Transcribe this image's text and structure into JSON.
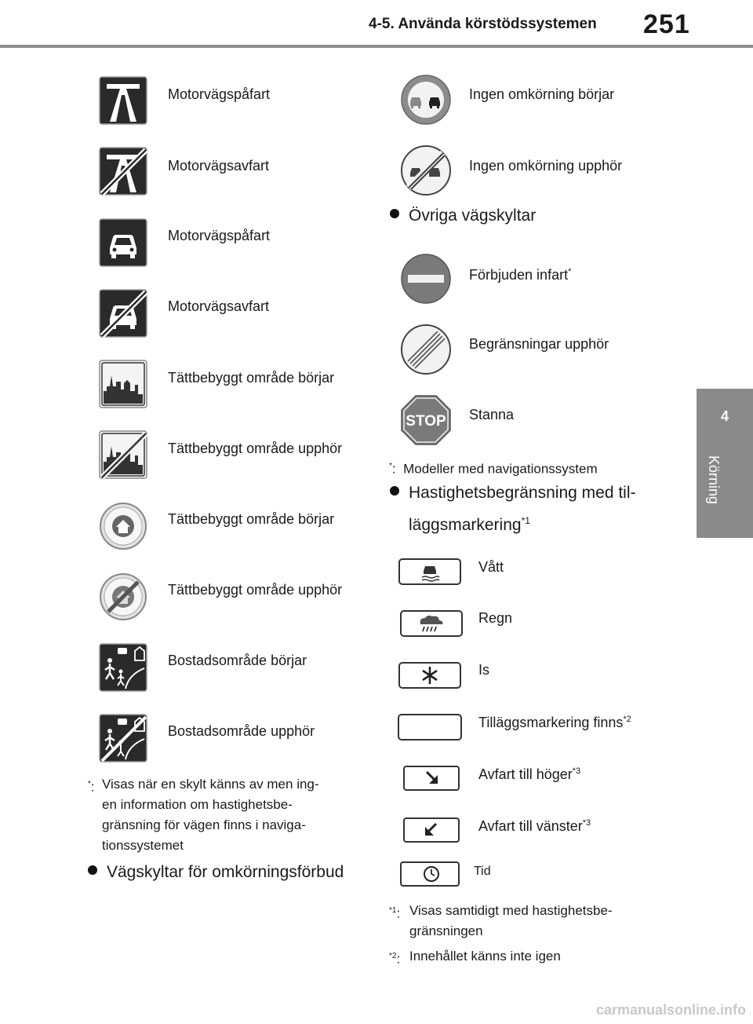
{
  "header": {
    "section": "4-5. Använda körstödssystemen",
    "page": "251"
  },
  "side_tab": {
    "number": "4",
    "label": "Körning"
  },
  "left_signs": [
    {
      "label": "Motorvägspåfart",
      "icon": "motorway-icon"
    },
    {
      "label": "Motorvägsavfart",
      "icon": "motorway-end-icon"
    },
    {
      "label": "Motorvägspåfart",
      "icon": "car-road-icon"
    },
    {
      "label": "Motorvägsavfart",
      "icon": "car-road-end-icon"
    },
    {
      "label": "Tättbebyggt område börjar",
      "icon": "city-icon"
    },
    {
      "label": "Tättbebyggt område upphör",
      "icon": "city-end-icon"
    },
    {
      "label": "Tättbebyggt område börjar",
      "icon": "house-circle-icon"
    },
    {
      "label": "Tättbebyggt område upphör",
      "icon": "house-circle-end-icon"
    },
    {
      "label": "Bostadsområde börjar",
      "icon": "residential-icon"
    },
    {
      "label": "Bostadsområde upphör",
      "icon": "residential-end-icon"
    }
  ],
  "left_note": {
    "marker": "*",
    "text_lines": [
      "Visas när en skylt känns av men ing-",
      "en information om hastighetsbe-",
      "gränsning för vägen finns i naviga-",
      "tionssystemet"
    ]
  },
  "left_bullet": "Vägskyltar för omkörningsförbud",
  "overtaking_signs": [
    {
      "label": "Ingen omkörning börjar",
      "icon": "no-overtaking-icon"
    },
    {
      "label": "Ingen omkörning upphör",
      "icon": "no-overtaking-end-icon"
    }
  ],
  "other_bullet": "Övriga vägskyltar",
  "other_signs": [
    {
      "label": "Förbjuden infart",
      "sup": "*",
      "icon": "no-entry-icon"
    },
    {
      "label": "Begränsningar upphör",
      "sup": "",
      "icon": "end-restrictions-icon"
    },
    {
      "label": "Stanna",
      "sup": "",
      "icon": "stop-sign-icon",
      "sign_text": "STOP"
    }
  ],
  "right_note1": {
    "marker": "*",
    "text": "Modeller med navigationssystem"
  },
  "speed_bullet": {
    "line1": "Hastighetsbegränsning med til-",
    "line2": "läggsmarkering",
    "sup": "*1"
  },
  "plates": [
    {
      "label": "Vått",
      "sup": "",
      "icon": "wet-road-icon"
    },
    {
      "label": "Regn",
      "sup": "",
      "icon": "rain-cloud-icon"
    },
    {
      "label": "Is",
      "sup": "",
      "icon": "snowflake-icon"
    },
    {
      "label": "Tilläggsmarkering finns",
      "sup": "*2",
      "icon": "blank-plate-icon"
    },
    {
      "label": "Avfart till höger",
      "sup": "*3",
      "icon": "arrow-down-right-icon"
    },
    {
      "label": "Avfart till vänster",
      "sup": "*3",
      "icon": "arrow-down-left-icon"
    },
    {
      "label": "Tid",
      "sup": "",
      "icon": "clock-icon"
    }
  ],
  "footnotes": [
    {
      "marker": "*1",
      "lines": [
        "Visas samtidigt med hastighetsbe-",
        "gränsningen"
      ]
    },
    {
      "marker": "*2",
      "lines": [
        "Innehållet känns inte igen"
      ]
    }
  ],
  "watermark": "carmanualsonline.info"
}
